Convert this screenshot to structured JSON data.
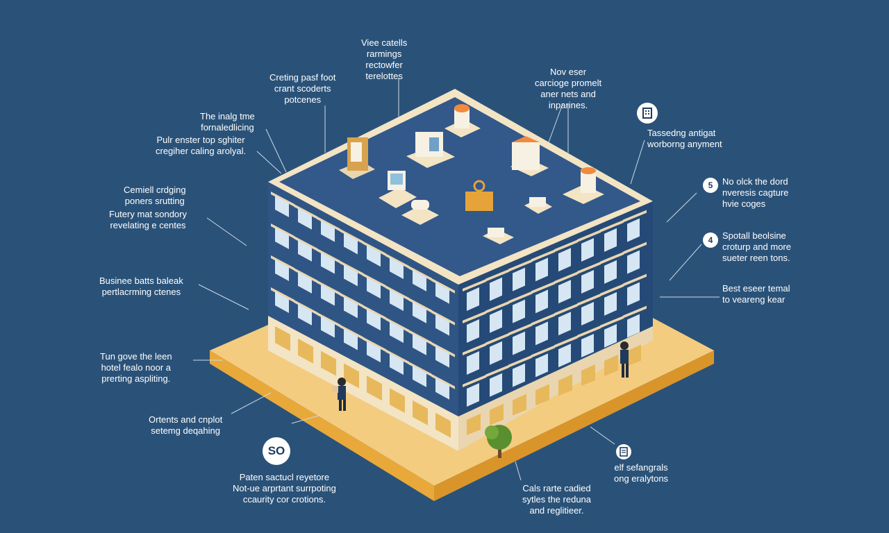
{
  "labels": {
    "top_center": "Viee catells\nrarmings\nrectowfer\nterelottes",
    "top_left_1": "Creting pasf foot\ncrant scoderts\npotcenes",
    "left_1": "The inalg tme\nfornaledlicing",
    "left_2": "Pulr enster top sghiter\ncregiher caling arolyal.",
    "left_3": "Cemiell crdging\nponers srutting",
    "left_4": "Futery mat sondory\nrevelating e centes",
    "left_5": "Businee batts baleak\npertlacrming ctenes",
    "left_6": "Tun gove the leen\nhotel fealo noor a\nprerting aspliting.",
    "left_7": "Ortents and cnplot\nsetemg deqahing",
    "bottom_left": "Paten sactucl reyetore\nNot-ue arprtant surrpoting\nccaurity cor crotions.",
    "bottom_center": "Cals rarte cadied\nsytles the reduna\nand reglitieer.",
    "top_right_1": "Nov eser\ncarcioge promelt\naner nets and\ninparines.",
    "right_1": "Tassedng antigat\nworborng anyment",
    "right_2": "No olck the dord\nnveresis cagture\nhvie coges",
    "right_3": "Spotall beolsine\ncroturp and more\nsueter reen tons.",
    "right_4": "Best eseer temal\nto veareng kear",
    "bottom_right": "elf sefangrals\nong eralytons"
  },
  "badges": {
    "so": "SO",
    "five": "5",
    "four": "4"
  },
  "icons": {
    "right_top": "building-icon",
    "bottom_right": "document-icon"
  },
  "colors": {
    "background": "#2a5279",
    "building_blue": "#2f5585",
    "roof": "#33588a",
    "trim": "#f3e4c4",
    "ground": "#f3cc80",
    "ground_edge": "#e8a93a",
    "accent_orange": "#f08a3c"
  }
}
